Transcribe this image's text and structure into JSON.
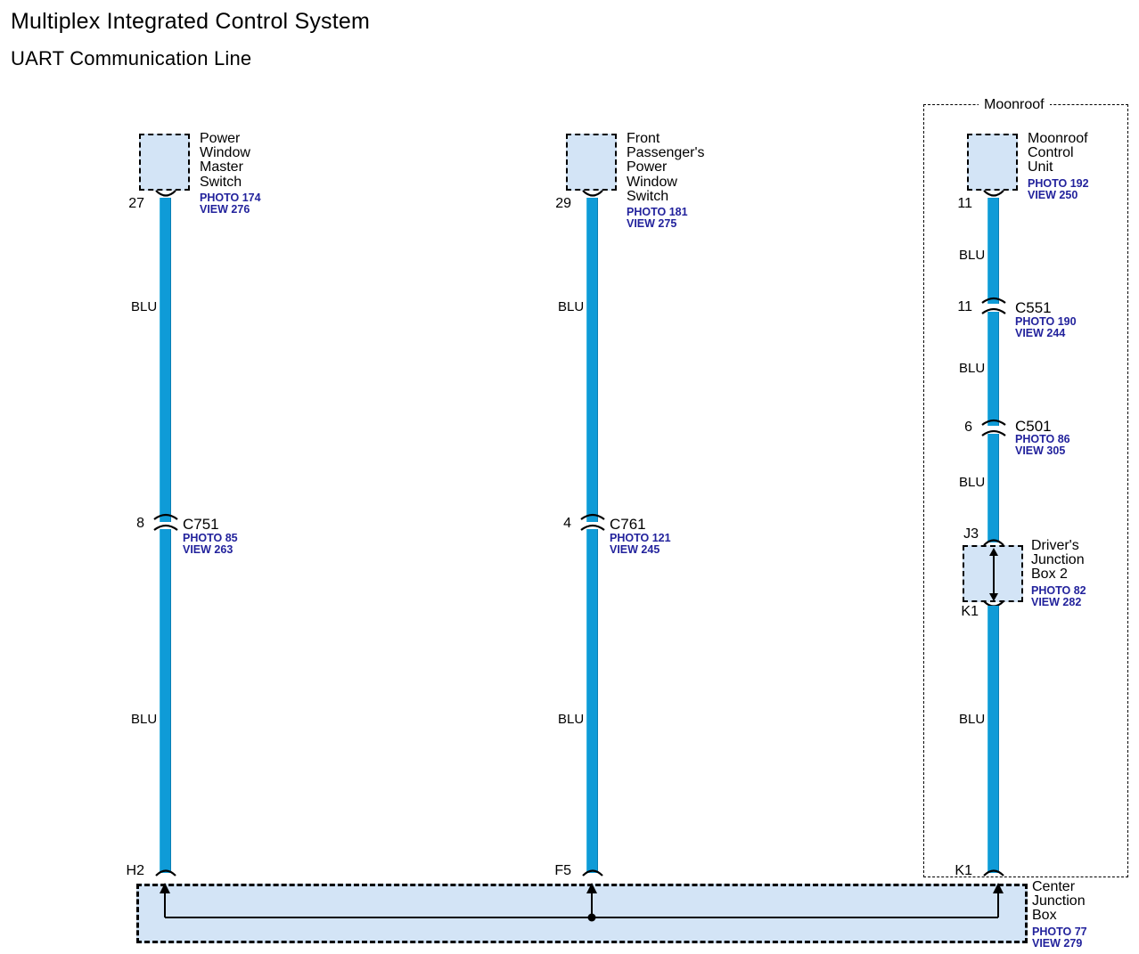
{
  "title": {
    "main": "Multiplex Integrated Control System",
    "sub": "UART Communication Line"
  },
  "regions": [
    {
      "name": "moonroof-region",
      "label": "Moonroof"
    }
  ],
  "branches": [
    {
      "id": "power-window-master-switch",
      "component": "Power\nWindow\nMaster\nSwitch",
      "component_photo": "PHOTO 174\nVIEW 276",
      "source_pin": "27",
      "wire_labels": [
        "BLU",
        "BLU"
      ],
      "connectors": [
        {
          "id": "C751",
          "pin": "8",
          "photo": "PHOTO 85\nVIEW 263"
        }
      ],
      "terminal": "H2"
    },
    {
      "id": "front-passenger-power-window-switch",
      "component": "Front\nPassenger's\nPower\nWindow\nSwitch",
      "component_photo": "PHOTO 181\nVIEW 275",
      "source_pin": "29",
      "wire_labels": [
        "BLU",
        "BLU"
      ],
      "connectors": [
        {
          "id": "C761",
          "pin": "4",
          "photo": "PHOTO 121\nVIEW 245"
        }
      ],
      "terminal": "F5"
    },
    {
      "id": "moonroof-control-unit",
      "component": "Moonroof\nControl\nUnit",
      "component_photo": "PHOTO 192\nVIEW 250",
      "source_pin": "11",
      "wire_labels": [
        "BLU",
        "BLU",
        "BLU",
        "BLU"
      ],
      "connectors": [
        {
          "id": "C551",
          "pin": "11",
          "photo": "PHOTO 190\nVIEW 244"
        },
        {
          "id": "C501",
          "pin": "6",
          "photo": "PHOTO 86\nVIEW 305"
        }
      ],
      "junction_box": {
        "name": "Driver's\nJunction\nBox 2",
        "photo": "PHOTO 82\nVIEW 282",
        "pin_top": "J3",
        "pin_bottom": "K1"
      },
      "terminal": "K1"
    }
  ],
  "center_junction_box": {
    "name": "Center\nJunction\nBox",
    "photo": "PHOTO 77\nVIEW 279",
    "terminals": [
      "H2",
      "F5",
      "K1"
    ]
  },
  "colors": {
    "wire": "#0f9bd7",
    "box_fill": "#d3e4f6",
    "reference_text": "#22229c",
    "outline": "#000000"
  }
}
